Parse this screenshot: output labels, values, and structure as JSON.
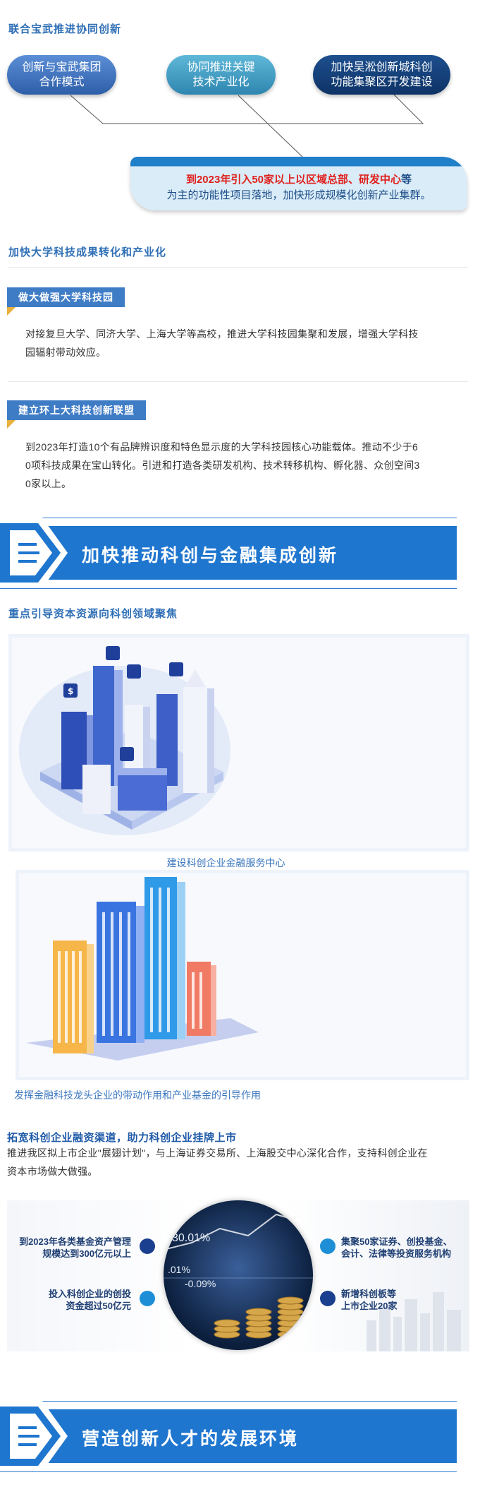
{
  "section1": {
    "title": "联合宝武推进协同创新",
    "pills": [
      {
        "line1": "创新与宝武集团",
        "line2": "合作模式"
      },
      {
        "line1": "协同推进关键",
        "line2": "技术产业化"
      },
      {
        "line1": "加快吴淞创新城科创",
        "line2": "功能集聚区开发建设"
      }
    ],
    "highlight_red": "到2023年引入50家以上以区域总部、研发中心",
    "highlight_tail": "等",
    "highlight_line2": "为主的功能性项目落地，加快形成规模化创新产业集群。"
  },
  "section2": {
    "title": "加快大学科技成果转化和产业化",
    "tag1": "做大做强大学科技园",
    "text1_line1": "对接复旦大学、同济大学、上海大学等高校，推进大学科技园集聚和发展，增强大学科技",
    "text1_line2": "园辐射带动效应。",
    "tag2": "建立环上大科技创新联盟",
    "text2_line1": "到2023年打造10个有品牌辨识度和特色显示度的大学科技园核心功能载体。推动不少于6",
    "text2_line2": "0项科技成果在宝山转化。引进和打造各类研发机构、技术转移机构、孵化器、众创空间3",
    "text2_line3": "0家以上。"
  },
  "banner1": {
    "title": "加快推动科创与金融集成创新"
  },
  "section3": {
    "title": "重点引导资本资源向科创领域聚焦",
    "caption1": "建设科创企业金融服务中心",
    "caption2": "发挥金融科技龙头企业的带动作用和产业基金的引导作用"
  },
  "section4": {
    "title": "拓宽科创企业融资渠道，助力科创企业挂牌上市",
    "text_line1": "推进我区拟上市企业\"展翅计划\"，与上海证券交易所、上海股交中心深化合作，支持科创企业在",
    "text_line2": "资本市场做大做强。",
    "stats": [
      {
        "line1": "到2023年各类基金资产管理",
        "line2": "规模达到300亿元以上"
      },
      {
        "line1": "投入科创企业的创投",
        "line2": "资金超过50亿元"
      },
      {
        "line1": "集聚50家证券、创投基金、",
        "line2": "会计、法律等投资服务机构"
      },
      {
        "line1": "新增科创板等",
        "line2": "上市企业20家"
      }
    ],
    "chart_labels": [
      "30.01%",
      ".01%",
      "-0.09%"
    ]
  },
  "banner2": {
    "title": "营造创新人才的发展环境"
  },
  "colors": {
    "primary": "#1f76cf",
    "accent": "#e8b13c",
    "highlight": "#e0201c",
    "title": "#2f6fb6"
  }
}
